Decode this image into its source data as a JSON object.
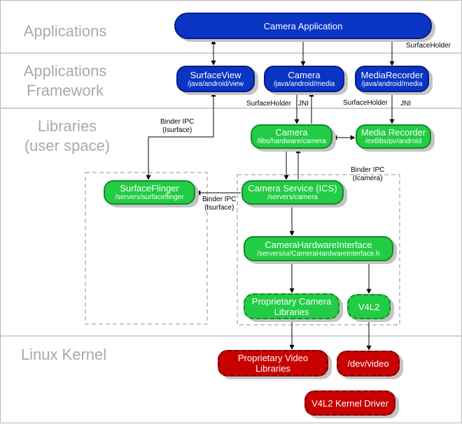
{
  "layers": {
    "applications": "Applications",
    "framework_line1": "Applications",
    "framework_line2": "Framework",
    "libraries_line1": "Libraries",
    "libraries_line2": "(user space)",
    "kernel": "Linux Kernel"
  },
  "nodes": {
    "camera_app": {
      "title": "Camera Application"
    },
    "surfaceview": {
      "title": "SurfaceView",
      "path": "/java/android/view"
    },
    "camera_java": {
      "title": "Camera",
      "path": "/java/android/media"
    },
    "mediarecorder_java": {
      "title": "MediaRecorder",
      "path": "/java/android/media"
    },
    "camera_lib": {
      "title": "Camera",
      "path": "/libs/hardware/camera"
    },
    "media_recorder_lib": {
      "title": "Media Recorder",
      "path": "/extlibs/pv/android"
    },
    "surfaceflinger": {
      "title": "SurfaceFlinger",
      "path": "/servers/surfaceflinger"
    },
    "camera_service": {
      "title": "Camera Service (ICS)",
      "path": "/servers/camera"
    },
    "camera_hal": {
      "title": "CameraHardwareInterface",
      "path": "/servers/ui/CameraHardwareInterface.h"
    },
    "proprietary_camera": {
      "line1": "Proprietary Camera",
      "line2": "Libraries"
    },
    "v4l2": {
      "title": "V4L2"
    },
    "proprietary_video": {
      "line1": "Proprietary Video",
      "line2": "Libraries"
    },
    "dev_video": {
      "title": "/dev/video"
    },
    "v4l2_kernel": {
      "title": "V4L2 Kernel Driver"
    }
  },
  "labels": {
    "surfaceholder_app": "SurfaceHolder",
    "surfaceholder_cam": "SurfaceHolder",
    "jni_cam": "JNI",
    "surfaceholder_mr": "SurfaceHolder",
    "jni_mr": "JNI",
    "binder_sv_line1": "Binder IPC",
    "binder_sv_line2": "(Isurface)",
    "binder_cam_line1": "Binder IPC",
    "binder_cam_line2": "(Icamera)",
    "binder_sf_line1": "Binder IPC",
    "binder_sf_line2": "(Isurface)"
  },
  "colors": {
    "app": "#0a35c4",
    "library": "#22cc44",
    "kernel": "#c80000",
    "layer_text": "#a9a9a9"
  }
}
